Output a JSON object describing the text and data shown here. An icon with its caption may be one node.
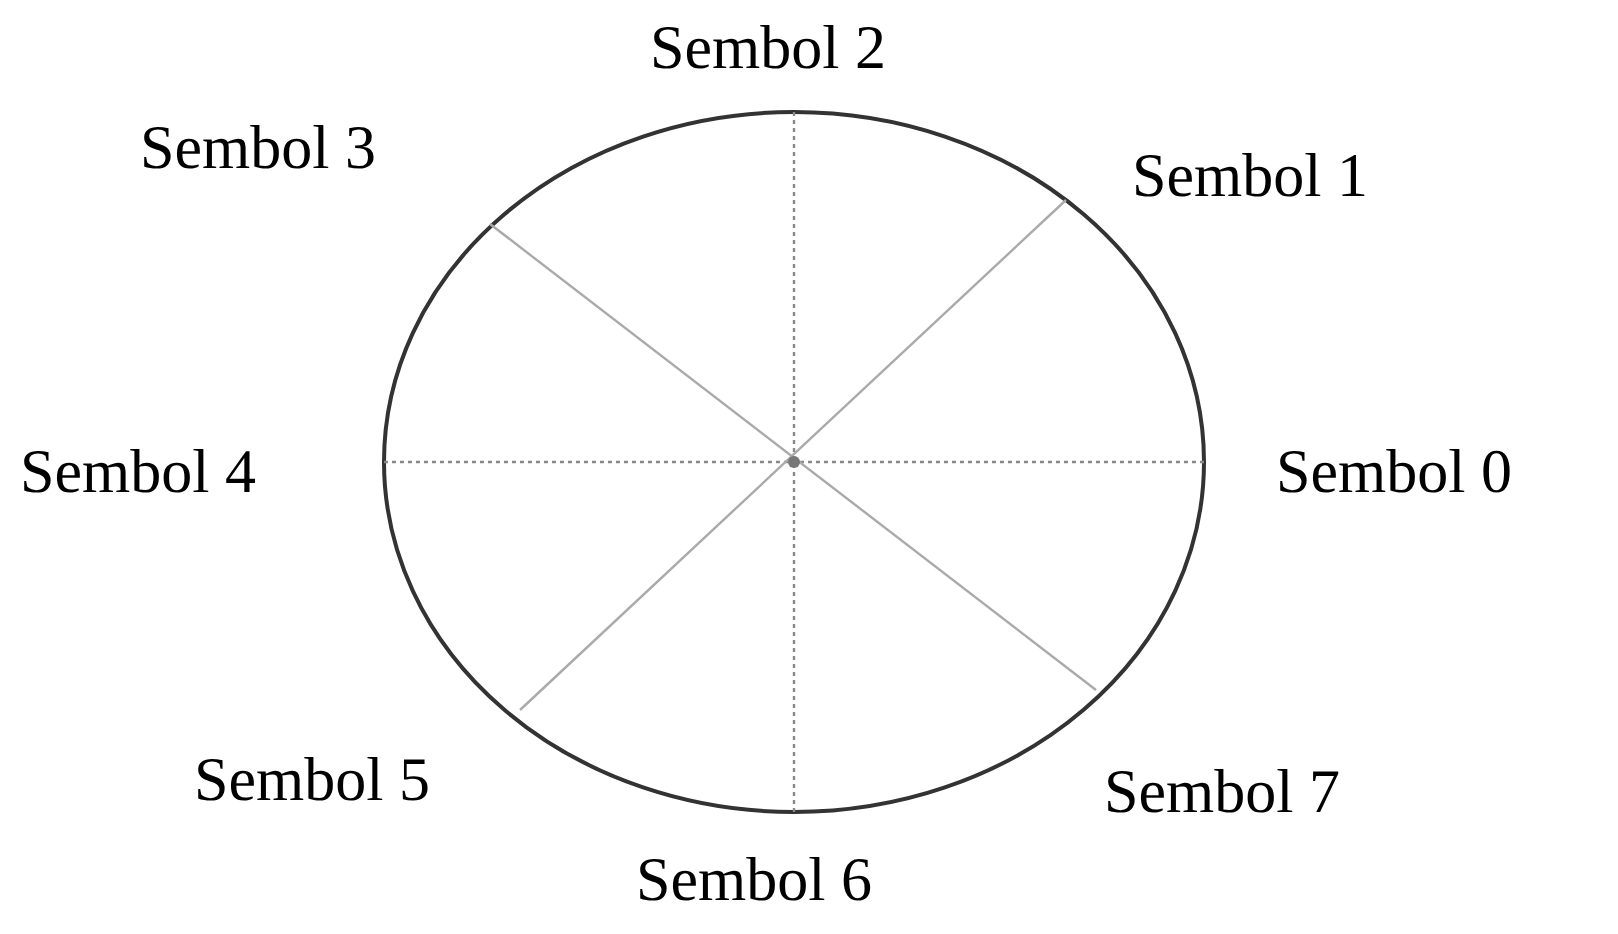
{
  "diagram": {
    "labels": [
      "Sembol 2",
      "Sembol 3",
      "Sembol 1",
      "Sembol 4",
      "Sembol 0",
      "Sembol 5",
      "Sembol 7",
      "Sembol 6"
    ]
  }
}
